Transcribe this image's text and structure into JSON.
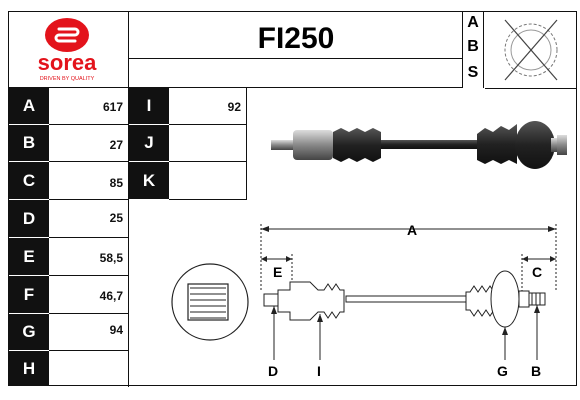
{
  "brand": {
    "name": "sorea",
    "tagline": "DRIVEN BY QUALITY",
    "red": "#e3131b"
  },
  "part_code": "FI250",
  "abs_labels": [
    "A",
    "B",
    "S"
  ],
  "left_table": [
    {
      "key": "A",
      "value": "617"
    },
    {
      "key": "B",
      "value": "27"
    },
    {
      "key": "C",
      "value": "85"
    },
    {
      "key": "D",
      "value": "25"
    },
    {
      "key": "E",
      "value": "58,5"
    },
    {
      "key": "F",
      "value": "46,7"
    },
    {
      "key": "G",
      "value": "94"
    },
    {
      "key": "H",
      "value": ""
    }
  ],
  "mid_table": [
    {
      "key": "I",
      "value": "92"
    },
    {
      "key": "J",
      "value": ""
    },
    {
      "key": "K",
      "value": ""
    }
  ],
  "diagram_labels": {
    "a": "A",
    "e": "E",
    "c": "C",
    "d": "D",
    "i": "I",
    "g": "G",
    "b": "B"
  }
}
